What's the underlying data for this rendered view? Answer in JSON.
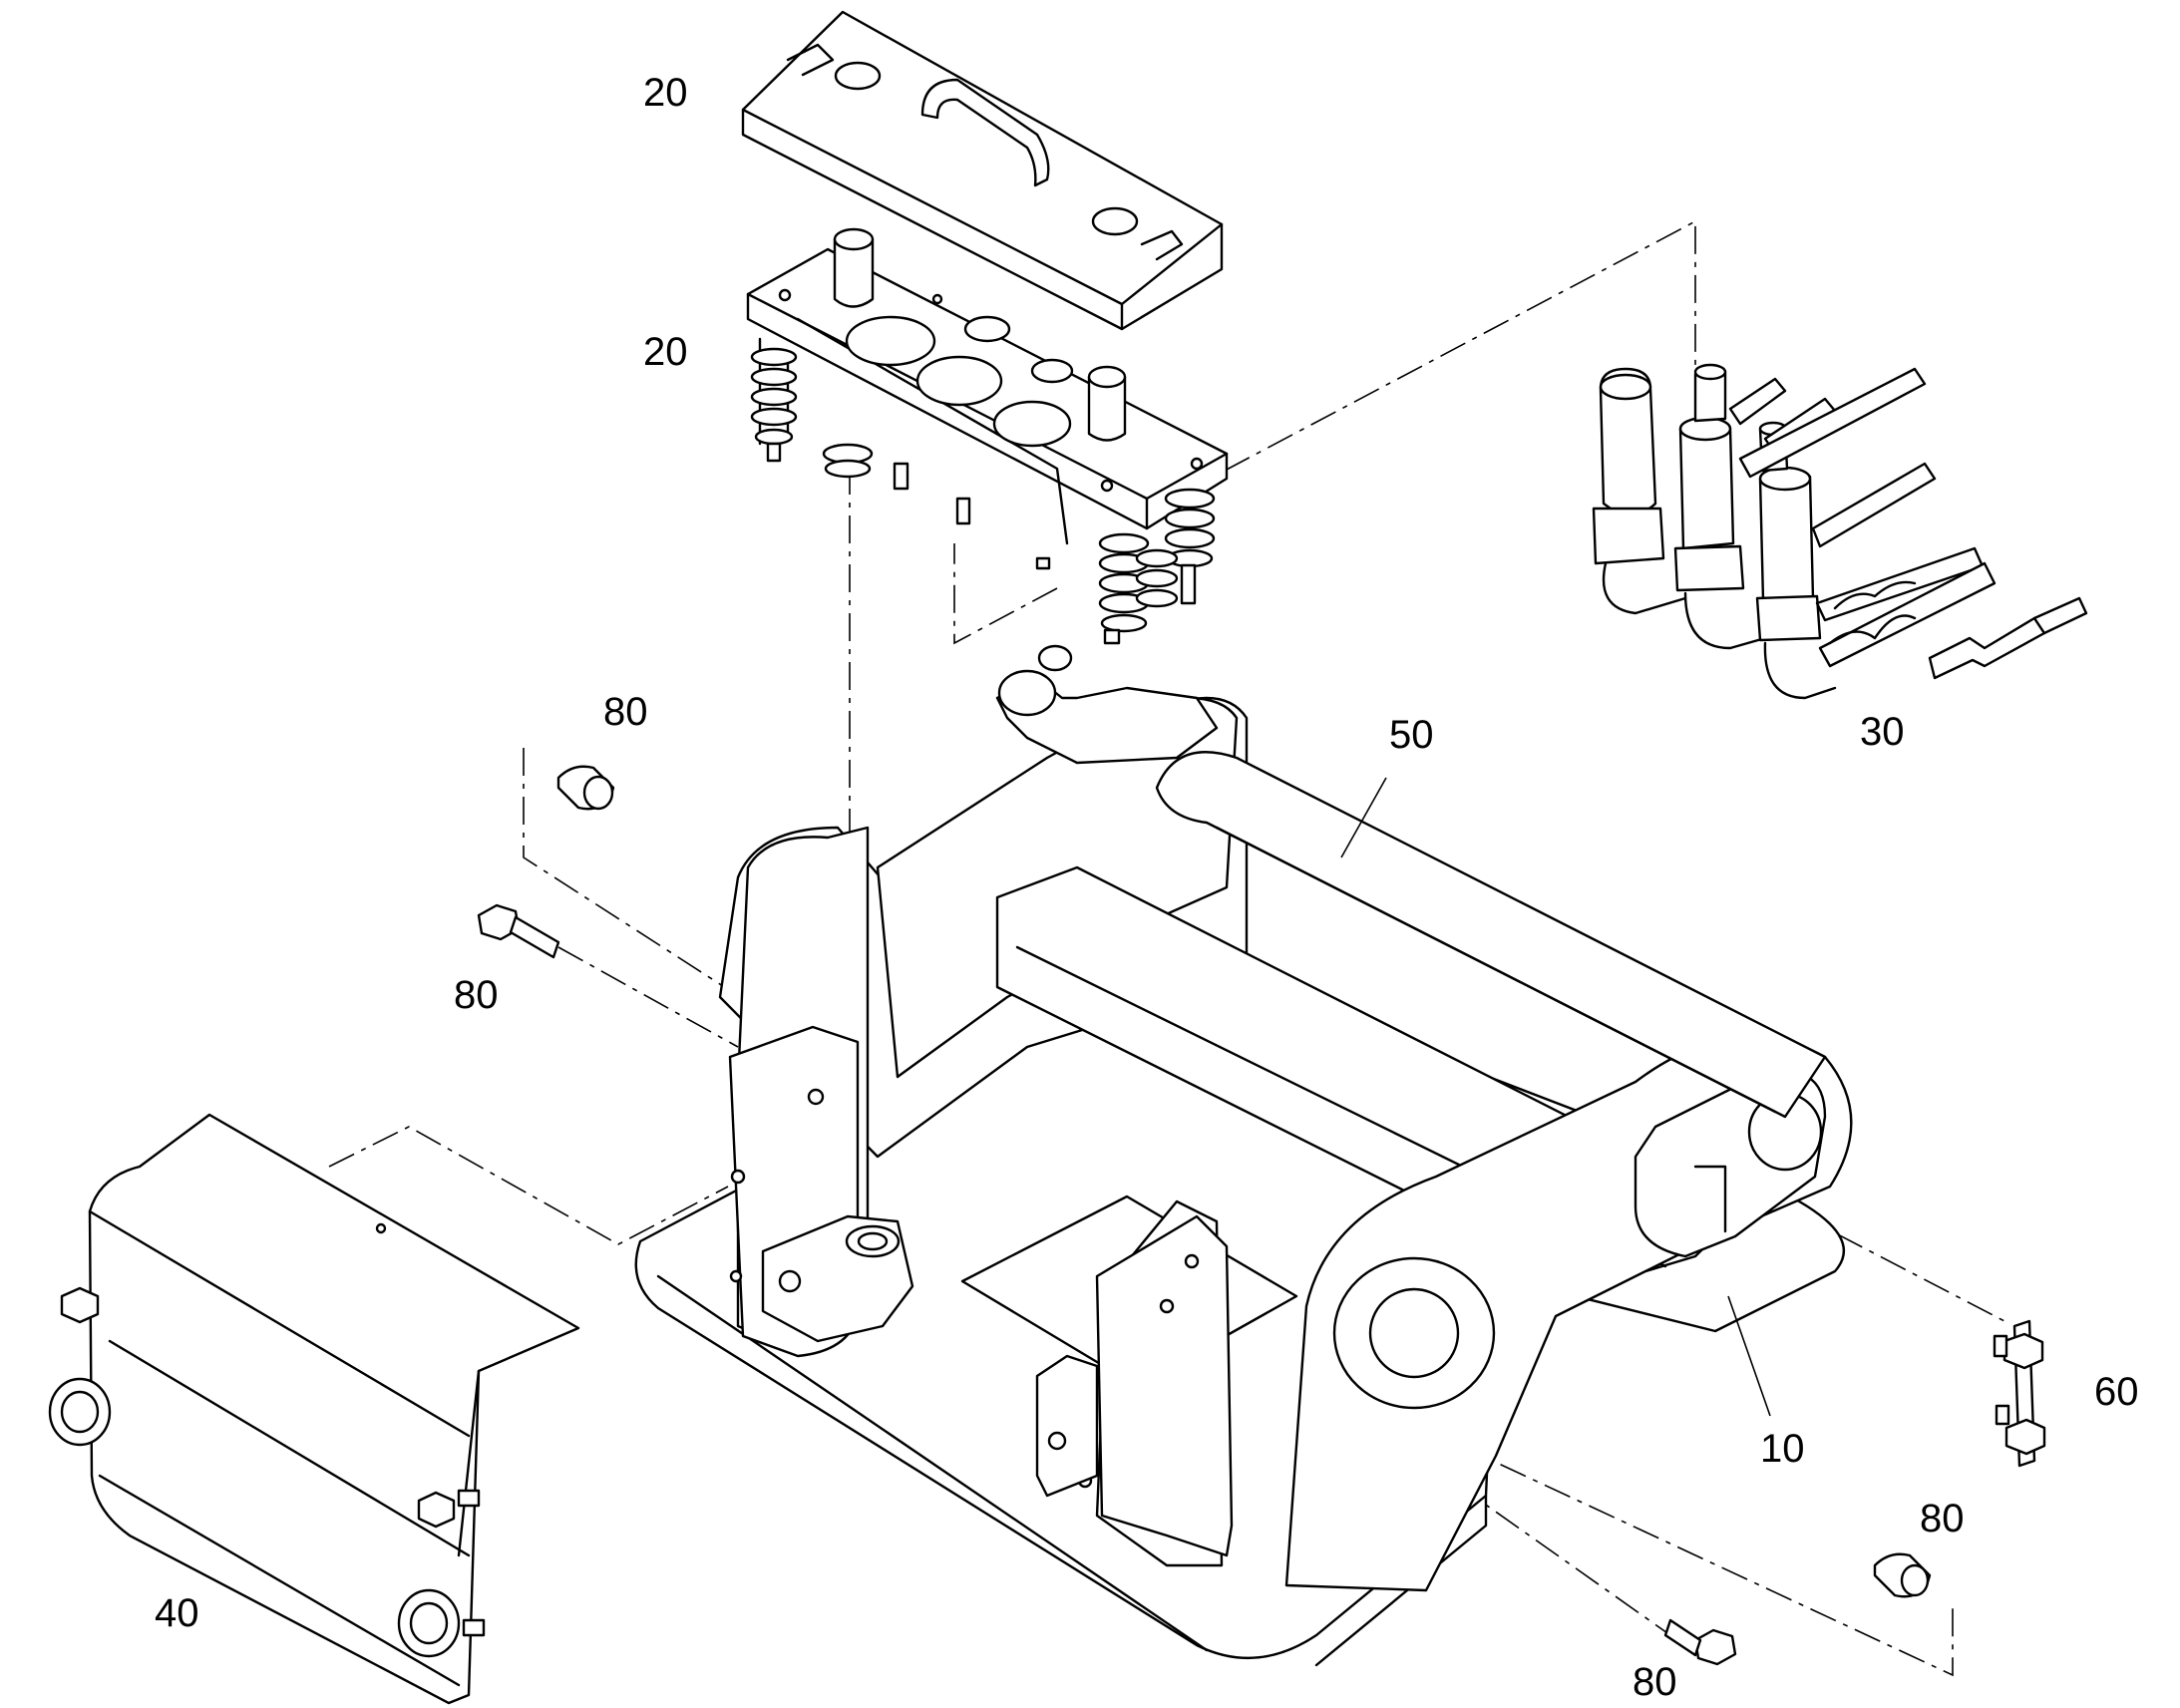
{
  "callouts": {
    "c20a": "20",
    "c20b": "20",
    "c30": "30",
    "c40": "40",
    "c50": "50",
    "c10": "10",
    "c60": "60",
    "c80a": "80",
    "c80b": "80",
    "c80c": "80",
    "c80d": "80"
  }
}
